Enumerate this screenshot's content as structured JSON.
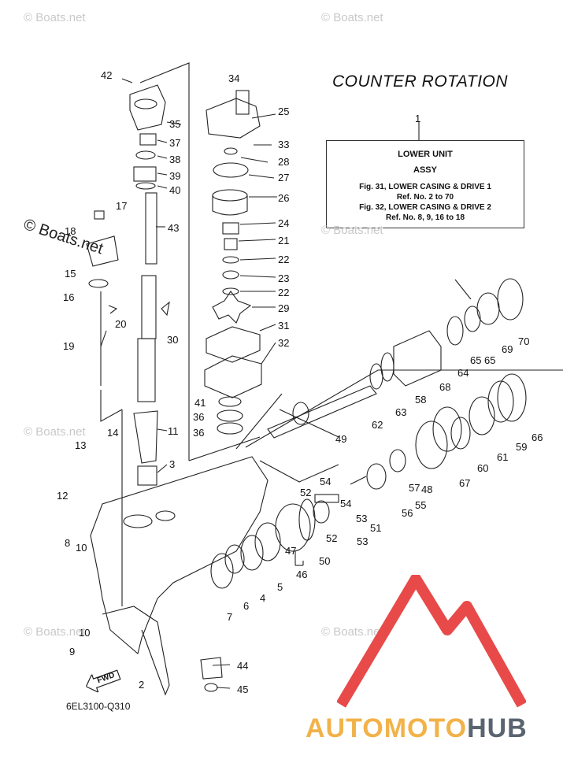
{
  "title": "COUNTER ROTATION",
  "info_box": {
    "callout": "1",
    "title_line1": "LOWER UNIT",
    "title_line2": "ASSY",
    "ref_lines": [
      "Fig. 31, LOWER CASING & DRIVE 1",
      "Ref. No. 2 to 70",
      "Fig. 32, LOWER CASING & DRIVE 2",
      "Ref. No. 8, 9, 16 to 18"
    ]
  },
  "diagram_code": "6EL3100-Q310",
  "watermark_main": "© Boats.net",
  "watermark_small": "© Boats.net",
  "brand": {
    "part1": "AUTOMOTO",
    "part2": "HUB"
  },
  "fwd_label": "FWD",
  "colors": {
    "line": "#222222",
    "brand_red": "#e84a4a",
    "brand_orange": "#f2b24a",
    "brand_gray": "#5a6470"
  },
  "callouts": [
    "42",
    "35",
    "37",
    "38",
    "39",
    "40",
    "43",
    "17",
    "18",
    "15",
    "16",
    "20",
    "19",
    "30",
    "34",
    "25",
    "33",
    "28",
    "27",
    "26",
    "24",
    "21",
    "22",
    "23",
    "22",
    "29",
    "31",
    "32",
    "41",
    "36",
    "36",
    "11",
    "3",
    "14",
    "13",
    "12",
    "8",
    "10",
    "10",
    "9",
    "2",
    "44",
    "45",
    "7",
    "6",
    "4",
    "5",
    "47",
    "46",
    "50",
    "52",
    "54",
    "52",
    "53",
    "54",
    "53",
    "51",
    "56",
    "55",
    "57",
    "48",
    "67",
    "60",
    "61",
    "59",
    "66",
    "49",
    "62",
    "63",
    "58",
    "68",
    "64",
    "65",
    "65",
    "69",
    "70"
  ]
}
